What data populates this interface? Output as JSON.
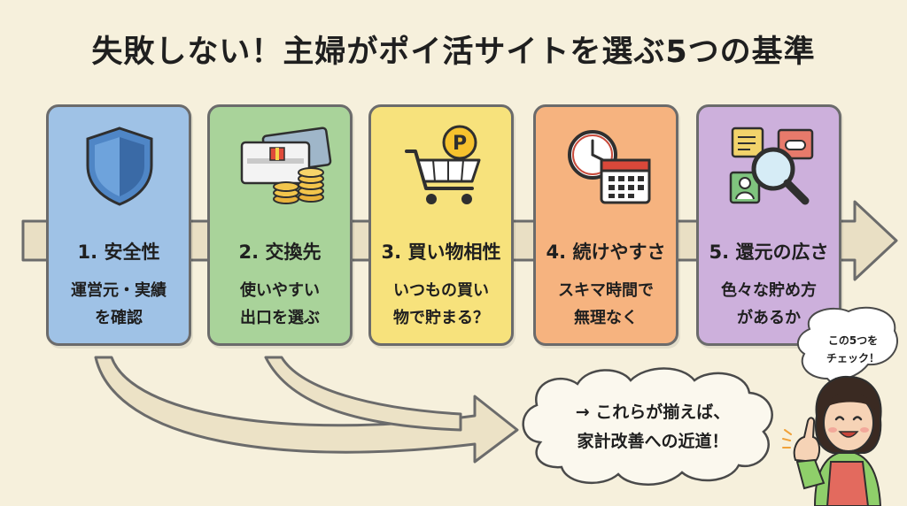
{
  "title": "失敗しない！主婦がポイ活サイトを選ぶ5つの基準",
  "cards": [
    {
      "heading": "1. 安全性",
      "desc_line1": "運営元・実績",
      "desc_line2": "を確認",
      "icon": "shield-icon",
      "color": "#9fc2e6"
    },
    {
      "heading": "2. 交換先",
      "desc_line1": "使いやすい",
      "desc_line2": "出口を選ぶ",
      "icon": "gift-cards-coins-icon",
      "color": "#a9d39a"
    },
    {
      "heading": "3. 買い物相性",
      "desc_line1": "いつもの買い",
      "desc_line2": "物で貯まる？",
      "icon": "shopping-cart-point-icon",
      "color": "#f7e27c"
    },
    {
      "heading": "4. 続けやすさ",
      "desc_line1": "スキマ時間で",
      "desc_line2": "無理なく",
      "icon": "clock-calendar-icon",
      "color": "#f6b37f"
    },
    {
      "heading": "5. 還元の広さ",
      "desc_line1": "色々な貯め方",
      "desc_line2": "があるか",
      "icon": "magnifier-apps-icon",
      "color": "#cdb0dc"
    }
  ],
  "conclusion": {
    "line1": "→ これらが揃えば、",
    "line2": "家計改善への近道！"
  },
  "speech_bubble": {
    "line1": "この5つを",
    "line2": "チェック！"
  },
  "colors": {
    "background": "#f6f0dc",
    "band": "#e9dfc4"
  }
}
